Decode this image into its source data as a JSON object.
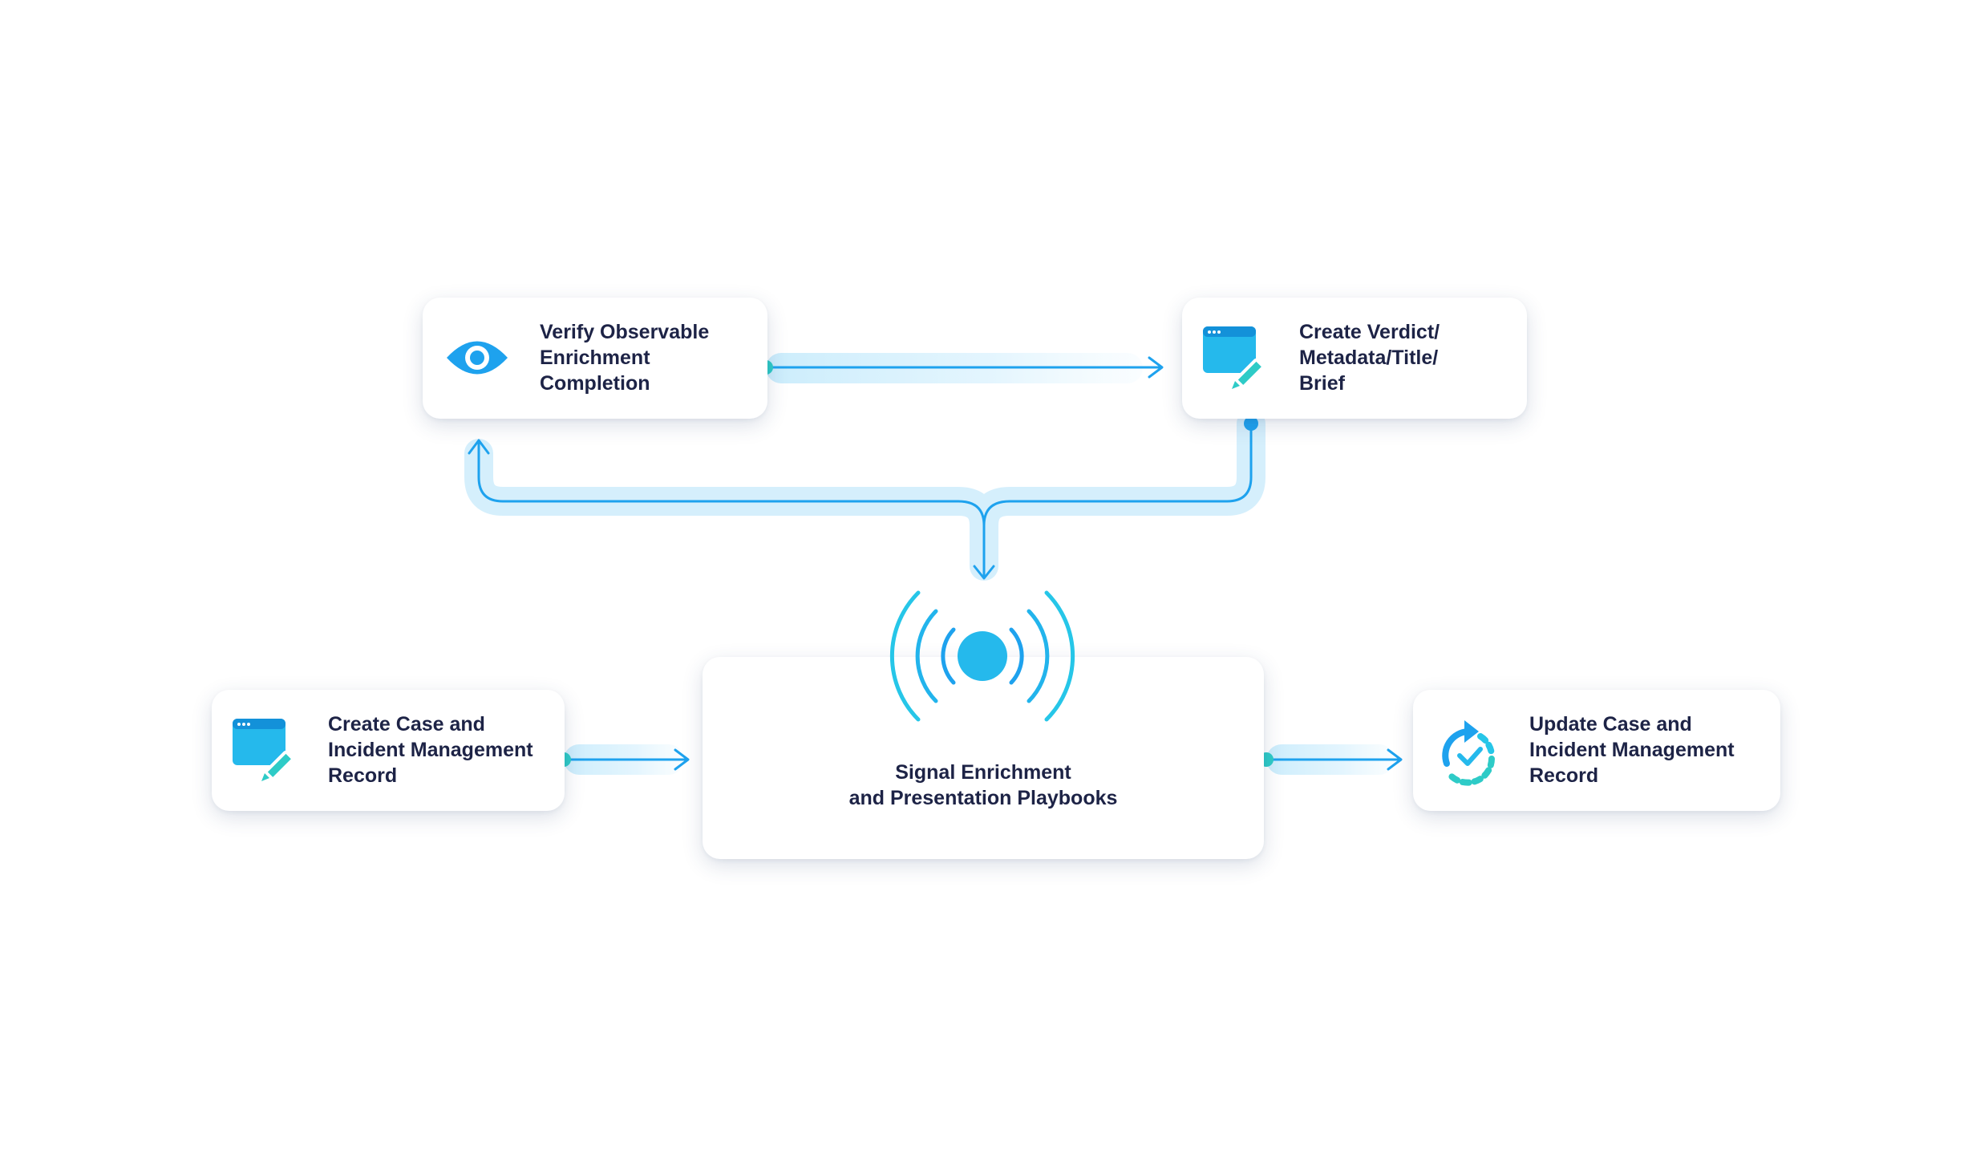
{
  "nodes": {
    "verify": {
      "label": "Verify Observable\nEnrichment\nCompletion",
      "icon": "eye-icon"
    },
    "verdict": {
      "label": "Create Verdict/\nMetadata/Title/\nBrief",
      "icon": "window-edit-icon"
    },
    "create_case": {
      "label": "Create Case and\nIncident Management\nRecord",
      "icon": "window-edit-icon"
    },
    "signal": {
      "label": "Signal Enrichment\nand Presentation Playbooks",
      "icon": "signal-broadcast-icon"
    },
    "update_case": {
      "label": "Update Case and\nIncident Management\nRecord",
      "icon": "refresh-check-icon"
    }
  },
  "colors": {
    "accent": "#1ea2ee",
    "accent_light": "#26c6e8",
    "teal_dot": "#2ecbc7",
    "text": "#1d2346",
    "glow": "#bfe7fb"
  }
}
